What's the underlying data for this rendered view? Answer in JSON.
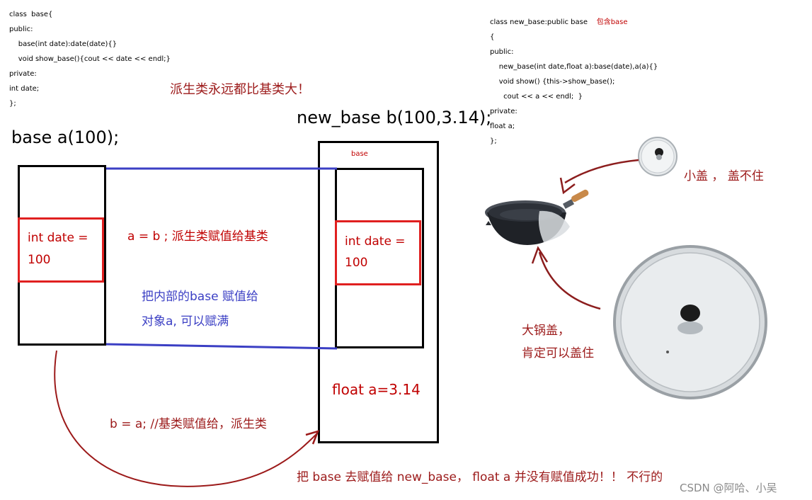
{
  "code_base": [
    "class  base{",
    "public:",
    "    base(int date):date(date){}",
    "    void show_base(){cout << date << endl;}",
    "private:",
    "int date;",
    "};"
  ],
  "code_new_base": {
    "first_line": "class new_base:public base",
    "annotation": "包含base",
    "lines": [
      "{",
      "public:",
      "    new_base(int date,float a):base(date),a(a){}",
      "    void show() {this->show_base();",
      "      cout << a << endl;  }",
      "private:",
      "float a;",
      "};"
    ]
  },
  "labels": {
    "derived_bigger": "派生类永远都比基类大！",
    "decl_a": "base  a(100);",
    "decl_b": "new_base b(100,3.14);",
    "inner_base": "base",
    "int_date_a": "int  date =",
    "int_date_a_val": "100",
    "int_date_b": "int  date =",
    "int_date_b_val": "100",
    "float_a": "float  a=3.14",
    "assign_ab": "a  = b ; 派生类赋值给基类",
    "explain_1": "把内部的base 赋值给",
    "explain_2": "对象a, 可以赋满",
    "assign_ba": "b  = a; //基类赋值给，派生类",
    "fail_note": "把 base 去赋值给 new_base， float a 并没有赋值成功！！  不行的",
    "small_lid": "小盖 ， 盖不住",
    "big_lid_1": "大锅盖，",
    "big_lid_2": "肯定可以盖住",
    "watermark": "CSDN @阿哈、小吴"
  },
  "colors": {
    "red": "#c00000",
    "blue": "#3b3fc4",
    "dark_red": "#9c1a1a",
    "box_red": "#e02020"
  },
  "icons": [
    "wok-pan-image",
    "small-lid-image",
    "large-lid-image"
  ]
}
